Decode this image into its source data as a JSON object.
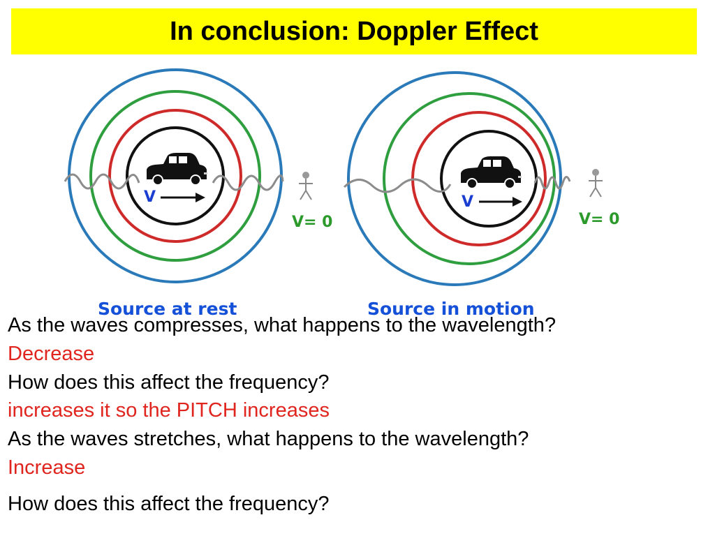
{
  "slide": {
    "title": "In conclusion: Doppler Effect"
  },
  "diagram": {
    "left_panel": {
      "caption": "Source at rest",
      "source_velocity_label": "V",
      "observer_velocity_label": "V= 0"
    },
    "right_panel": {
      "caption": "Source in motion",
      "source_velocity_label": "V",
      "observer_velocity_label": "V= 0"
    },
    "colors": {
      "outer_wave": "#2a79b8",
      "green_wave": "#2f9e3f",
      "red_wave": "#cf2a2a",
      "inner_wave": "#111111",
      "sound_wave": "#8c8c8c",
      "caption": "#1450d8"
    },
    "icons": [
      "car-icon",
      "arrow-icon",
      "stick-figure-icon"
    ]
  },
  "qa": [
    {
      "text": "As the waves compresses, what happens to the wavelength?",
      "kind": "question"
    },
    {
      "text": "Decrease",
      "kind": "answer"
    },
    {
      "text": "How does this affect the frequency?",
      "kind": "question"
    },
    {
      "text": "increases it so the PITCH increases",
      "kind": "answer"
    },
    {
      "text": "As the waves stretches, what happens to the wavelength?",
      "kind": "question"
    },
    {
      "text": "Increase",
      "kind": "answer"
    }
  ],
  "final_question": "How does this affect the frequency?"
}
